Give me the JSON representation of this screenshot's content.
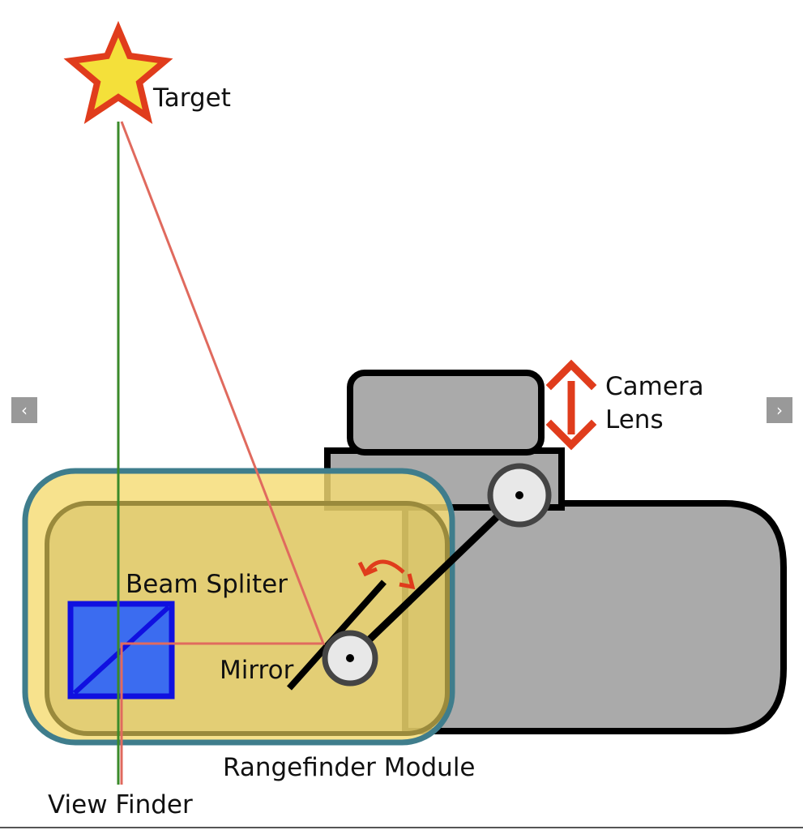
{
  "labels": {
    "target": "Target",
    "camera_lens_line1": "Camera",
    "camera_lens_line2": "Lens",
    "beam_splitter": "Beam Spliter",
    "mirror": "Mirror",
    "rangefinder_module": "Rangefinder Module",
    "view_finder": "View Finder"
  },
  "nav": {
    "prev_icon": "chevron-left-icon",
    "prev_glyph": "‹",
    "next_icon": "chevron-right-icon",
    "next_glyph": "›"
  },
  "colors": {
    "star_fill": "#f4e03a",
    "star_stroke": "#e03c1c",
    "green_ray": "#3a8a2a",
    "red_ray": "#e06a5e",
    "camera_gray": "#aaaaaa",
    "module_fill": "#f5dc74",
    "module_border": "#3f7d8c",
    "splitter_fill": "#3b6cf0",
    "splitter_border": "#1010e0",
    "arrow_red": "#e03c1c"
  }
}
